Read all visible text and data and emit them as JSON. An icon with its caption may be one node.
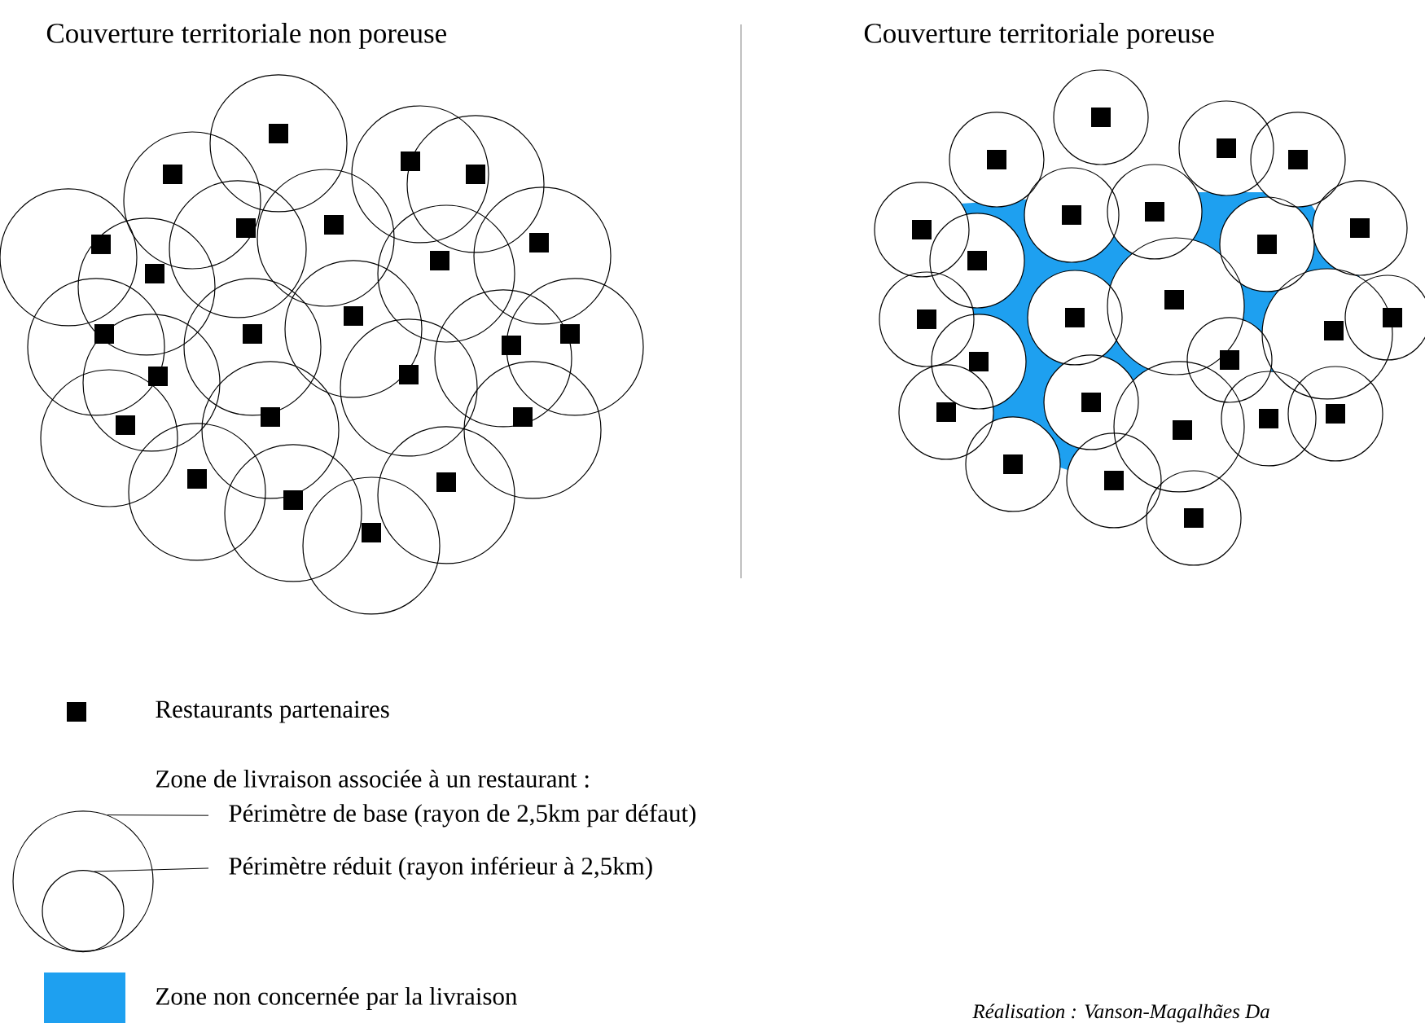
{
  "diagram": {
    "nodes": [
      {
        "text": [
          "Périmètre de base (rayon de 2,5km par défaut)"
        ]
      },
      {
        "text": [
          "Périmètre réduit (rayon inférieur à 2,5km)"
        ]
      },
      {
        "text": [],
        "shape": "circle"
      },
      {
        "text": [],
        "shape": "circle",
        "in": 2
      }
    ],
    "edges": [
      {
        "from": 0,
        "to": 2,
        "arrow": "none"
      },
      {
        "from": 1,
        "to": 3,
        "arrow": "none"
      }
    ],
    "labels": [
      "Couverture territoriale non poreuse",
      "Couverture territoriale poreuse",
      "Zone de livraison associée à un restaurant :",
      "Réalisation : Vanson-Magalhães Da"
    ],
    "legend": [
      {
        "text": "Restaurants partenaires",
        "color": "#000000"
      },
      {
        "text": "Zone non concernée par la livraison",
        "color": "#1ea0f0"
      }
    ]
  }
}
